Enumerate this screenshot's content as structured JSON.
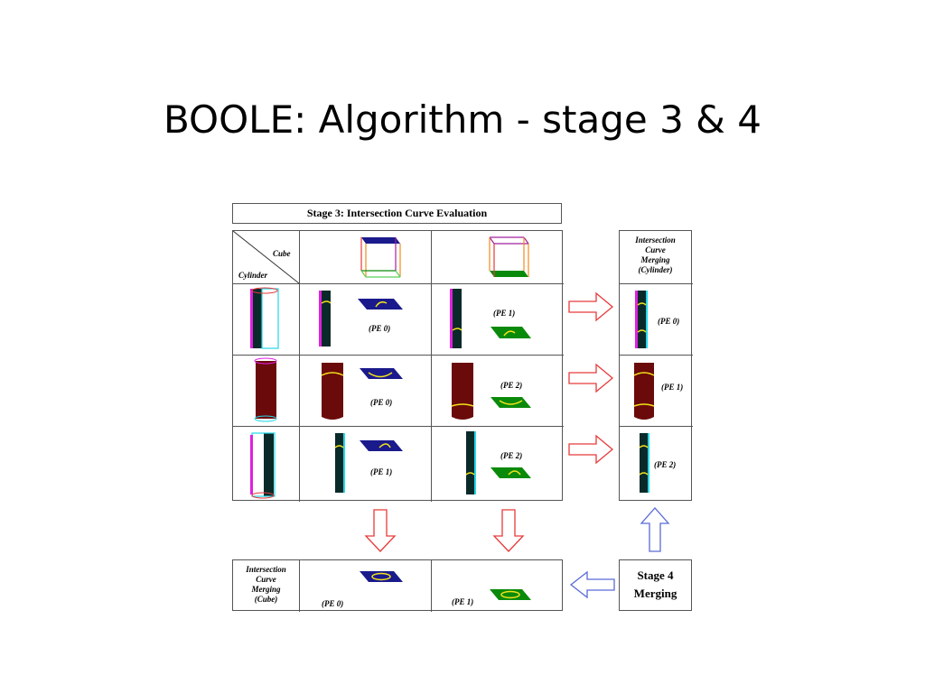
{
  "slide": {
    "title": "BOOLE: Algorithm - stage 3 & 4"
  },
  "stage3": {
    "title": "Stage 3: Intersection Curve Evaluation",
    "header_col_label": "Cube",
    "header_row_label": "Cylinder",
    "rows": [
      {
        "pe_a": "(PE 0)",
        "pe_b": "(PE 1)"
      },
      {
        "pe_a": "(PE 0)",
        "pe_b": "(PE 2)"
      },
      {
        "pe_a": "(PE 1)",
        "pe_b": "(PE 2)"
      }
    ]
  },
  "merge_cylinder": {
    "title_lines": [
      "Intersection",
      "Curve",
      "Merging",
      "(Cylinder)"
    ],
    "pe_labels": [
      "(PE 0)",
      "(PE 1)",
      "(PE 2)"
    ]
  },
  "merge_cube": {
    "title_lines": [
      "Intersection",
      "Curve",
      "Merging",
      "(Cube)"
    ],
    "pe_labels": [
      "(PE 0)",
      "(PE 1)"
    ]
  },
  "stage4": {
    "line1": "Stage 4",
    "line2": "Merging"
  },
  "colors": {
    "arrow_red": "#e83a3a",
    "arrow_blue": "#5a6ad8",
    "cube_top": "#1a1a8c",
    "cube_bottom": "#0a8a0a",
    "cylinder_red": "#6b0a0a",
    "cylinder_dark": "#0a2a2a",
    "curve_yellow": "#f2e21a",
    "magenta": "#e020e0",
    "cyan": "#20d8e8"
  }
}
